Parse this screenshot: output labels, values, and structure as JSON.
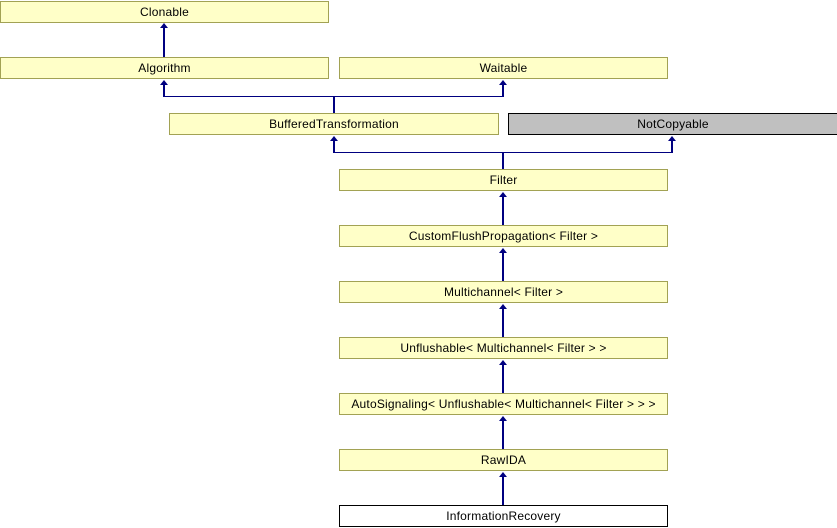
{
  "diagram": {
    "kind": "class-inheritance-diagram",
    "current_class": "InformationRecovery",
    "nodes": [
      {
        "label": "Clonable",
        "style": "documented"
      },
      {
        "label": "Algorithm",
        "style": "documented"
      },
      {
        "label": "Waitable",
        "style": "documented"
      },
      {
        "label": "BufferedTransformation",
        "style": "documented"
      },
      {
        "label": "NotCopyable",
        "style": "undocumented"
      },
      {
        "label": "Filter",
        "style": "documented"
      },
      {
        "label": "CustomFlushPropagation< Filter >",
        "style": "documented"
      },
      {
        "label": "Multichannel< Filter >",
        "style": "documented"
      },
      {
        "label": "Unflushable< Multichannel< Filter > >",
        "style": "documented"
      },
      {
        "label": "AutoSignaling< Unflushable< Multichannel< Filter > > >",
        "style": "documented"
      },
      {
        "label": "RawIDA",
        "style": "documented"
      },
      {
        "label": "InformationRecovery",
        "style": "current"
      }
    ],
    "edges": [
      {
        "from": "Algorithm",
        "to": "Clonable"
      },
      {
        "from": "BufferedTransformation",
        "to": "Algorithm"
      },
      {
        "from": "BufferedTransformation",
        "to": "Waitable"
      },
      {
        "from": "Filter",
        "to": "BufferedTransformation"
      },
      {
        "from": "Filter",
        "to": "NotCopyable"
      },
      {
        "from": "CustomFlushPropagation< Filter >",
        "to": "Filter"
      },
      {
        "from": "Multichannel< Filter >",
        "to": "CustomFlushPropagation< Filter >"
      },
      {
        "from": "Unflushable< Multichannel< Filter > >",
        "to": "Multichannel< Filter >"
      },
      {
        "from": "AutoSignaling< Unflushable< Multichannel< Filter > > >",
        "to": "Unflushable< Multichannel< Filter > >"
      },
      {
        "from": "RawIDA",
        "to": "AutoSignaling< Unflushable< Multichannel< Filter > > >"
      },
      {
        "from": "InformationRecovery",
        "to": "RawIDA"
      }
    ]
  },
  "colors": {
    "background": "#ffffff",
    "node_fill": "#ffffc8",
    "node_border": "#a2a254",
    "undocumented_fill": "#c0c0c0",
    "undocumented_border": "#000000",
    "current_fill": "#ffffff",
    "current_border": "#000000",
    "edge": "#000080",
    "text": "#000000"
  }
}
